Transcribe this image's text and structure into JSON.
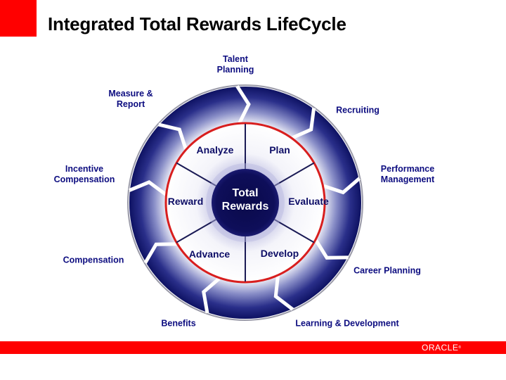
{
  "slide": {
    "title": "Integrated Total Rewards LifeCycle",
    "logo": "ORACLE",
    "colors": {
      "accent_red": "#ff0000",
      "navy": "#0b0b4f",
      "label_blue": "#0d0d80",
      "inner_ring": "#d81e1e"
    }
  },
  "diagram": {
    "center": {
      "line1": "Total",
      "line2": "Rewards"
    },
    "inner_segments": [
      {
        "label": "Analyze"
      },
      {
        "label": "Plan"
      },
      {
        "label": "Evaluate"
      },
      {
        "label": "Develop"
      },
      {
        "label": "Advance"
      },
      {
        "label": "Reward"
      }
    ],
    "outer_labels": [
      {
        "line1": "Talent",
        "line2": "Planning"
      },
      {
        "line1": "Recruiting",
        "line2": ""
      },
      {
        "line1": "Performance",
        "line2": "Management"
      },
      {
        "line1": "Career Planning",
        "line2": ""
      },
      {
        "line1": "Learning & Development",
        "line2": ""
      },
      {
        "line1": "Benefits",
        "line2": ""
      },
      {
        "line1": "Compensation",
        "line2": ""
      },
      {
        "line1": "Incentive",
        "line2": "Compensation"
      },
      {
        "line1": "Measure &",
        "line2": "Report"
      }
    ]
  }
}
